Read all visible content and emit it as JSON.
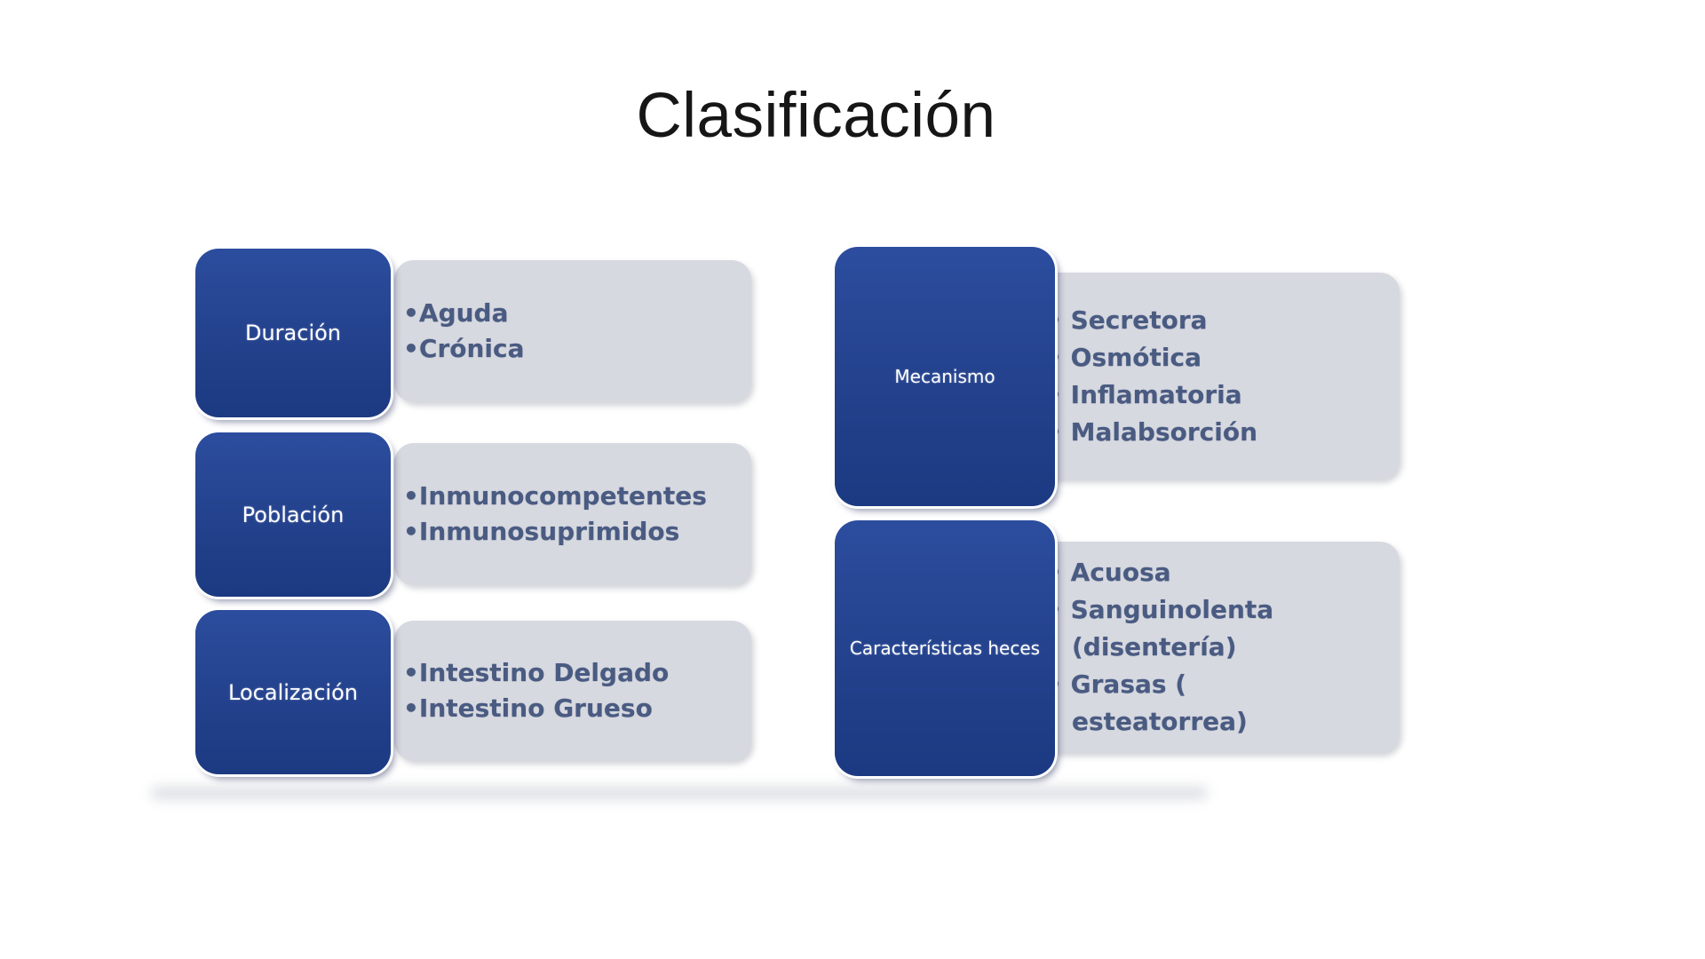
{
  "title": "Clasificación",
  "colors": {
    "box_blue": "#23418c",
    "box_gray": "#d7d9e0",
    "bullet_text": "#4a5b82",
    "label_text": "#ffffff",
    "title_text": "#161616"
  },
  "left_rows": [
    {
      "label": "Duración",
      "lines": [
        "•Aguda",
        "•Crónica"
      ]
    },
    {
      "label": "Población",
      "lines": [
        "•Inmunocompetentes",
        "•Inmunosuprimidos"
      ]
    },
    {
      "label": "Localización",
      "lines": [
        "•Intestino Delgado",
        "•Intestino Grueso"
      ]
    }
  ],
  "right_rows": [
    {
      "label": "Mecanismo",
      "lines": [
        "• Secretora",
        "• Osmótica",
        "• Inflamatoria",
        "• Malabsorción"
      ]
    },
    {
      "label": "Características heces",
      "lines": [
        "• Acuosa",
        "• Sanguinolenta",
        "(disentería)",
        "• Grasas (",
        "esteatorrea)"
      ]
    }
  ]
}
